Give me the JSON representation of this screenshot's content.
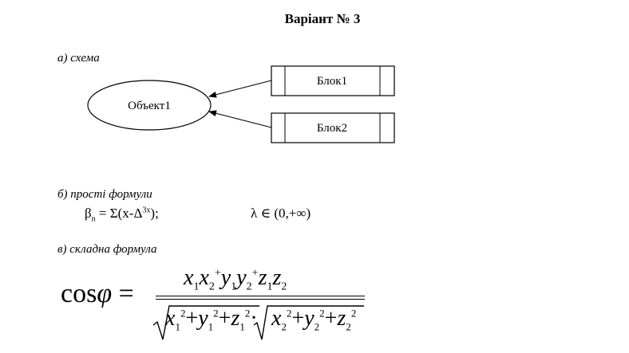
{
  "title": "Варіант № 3",
  "sections": {
    "a": "а) схема",
    "b": "б) прості формули",
    "c": "в) складна формула"
  },
  "diagram": {
    "object_label": "Объект1",
    "block1_label": "Блок1",
    "block2_label": "Блок2"
  },
  "simple_formulas": {
    "beta": "β",
    "beta_sub": "n",
    "beta_eq": " = Σ(x-Δ",
    "beta_sup": "3x",
    "beta_close": ");",
    "lambda": "λ ∈ (0,+∞)"
  },
  "complex_formula": {
    "lhs": "cos",
    "phi": "φ",
    "eq": "="
  }
}
